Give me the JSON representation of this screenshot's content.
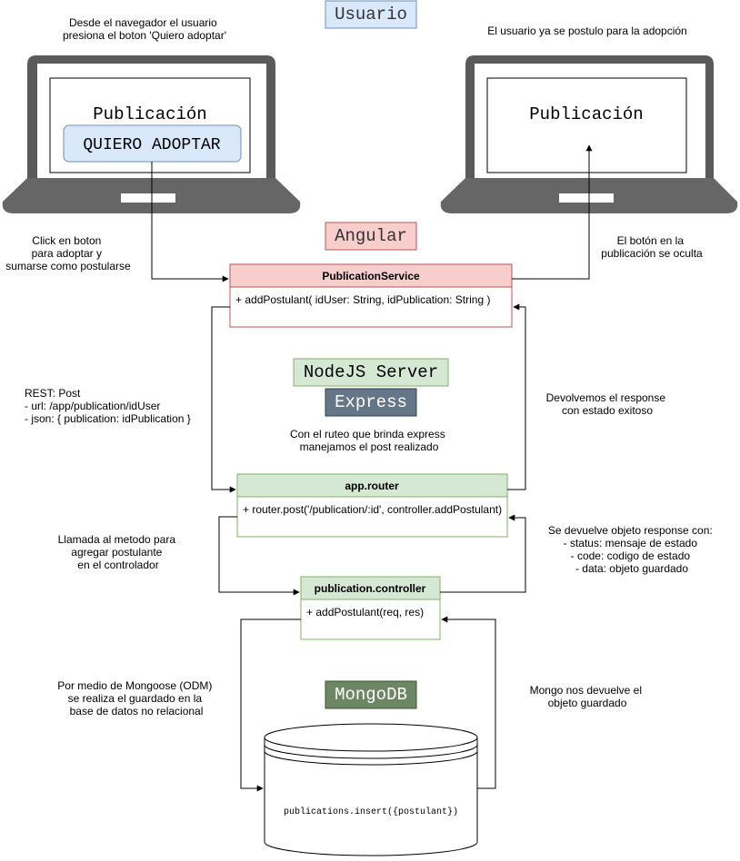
{
  "colors": {
    "blue_fill": "#dae8fc",
    "blue_stroke": "#6c8ebf",
    "red_fill": "#f8cecc",
    "red_stroke": "#b85450",
    "green_fill": "#d5e8d4",
    "green_stroke": "#82b366",
    "express_fill": "#647687",
    "mongo_fill": "#6d8764",
    "laptop_frame": "#5a5a5a",
    "laptop_base": "#666666"
  },
  "labels": {
    "usuario": "Usuario",
    "angular": "Angular",
    "nodejs": "NodeJS Server",
    "express": "Express",
    "mongodb": "MongoDB"
  },
  "laptop_left": {
    "caption": [
      "Desde el navegador el usuario",
      "presiona el boton 'Quiero adoptar'"
    ],
    "screen_title": "Publicación",
    "button_label": "QUIERO ADOPTAR",
    "icon": "laptop-icon"
  },
  "laptop_right": {
    "caption": [
      "El usuario ya se postulo para la adopción"
    ],
    "screen_title": "Publicación",
    "icon": "laptop-icon"
  },
  "publication_service": {
    "title": "PublicationService",
    "method": "+ addPostulant( idUser: String, idPublication: String )"
  },
  "app_router": {
    "title": "app.router",
    "method": "+ router.post('/publication/:id', controller.addPostulant)"
  },
  "publication_controller": {
    "title": "publication.controller",
    "method": "+ addPostulant(req, res)"
  },
  "database": {
    "query": "publications.insert({postulant})",
    "icon": "database-cylinder-icon"
  },
  "notes": {
    "click_boton": [
      "Click en boton",
      "para adoptar y",
      "sumarse como postularse"
    ],
    "boton_oculta": [
      "El botón en la",
      "publicación se oculta"
    ],
    "rest_post": [
      "REST: Post",
      "- url: /app/publication/idUser",
      "- json: { publication: idPublication }"
    ],
    "ruteo_express": [
      "Con el ruteo que brinda express",
      "manejamos el post realizado"
    ],
    "devolvemos_response": [
      "Devolvemos el response",
      "con estado exitoso"
    ],
    "llamada_metodo": [
      "Llamada al metodo para",
      "agregar postulante",
      "en el controlador"
    ],
    "objeto_response": [
      "Se devuelve objeto response con:",
      "- status: mensaje de estado",
      "- code: codigo de estado",
      "- data: objeto guardado"
    ],
    "mongoose": [
      "Por medio de Mongoose (ODM)",
      "se realiza el guardado en la",
      "base de datos no relacional"
    ],
    "mongo_devuelve": [
      "Mongo nos devuelve el",
      "objeto guardado"
    ]
  }
}
